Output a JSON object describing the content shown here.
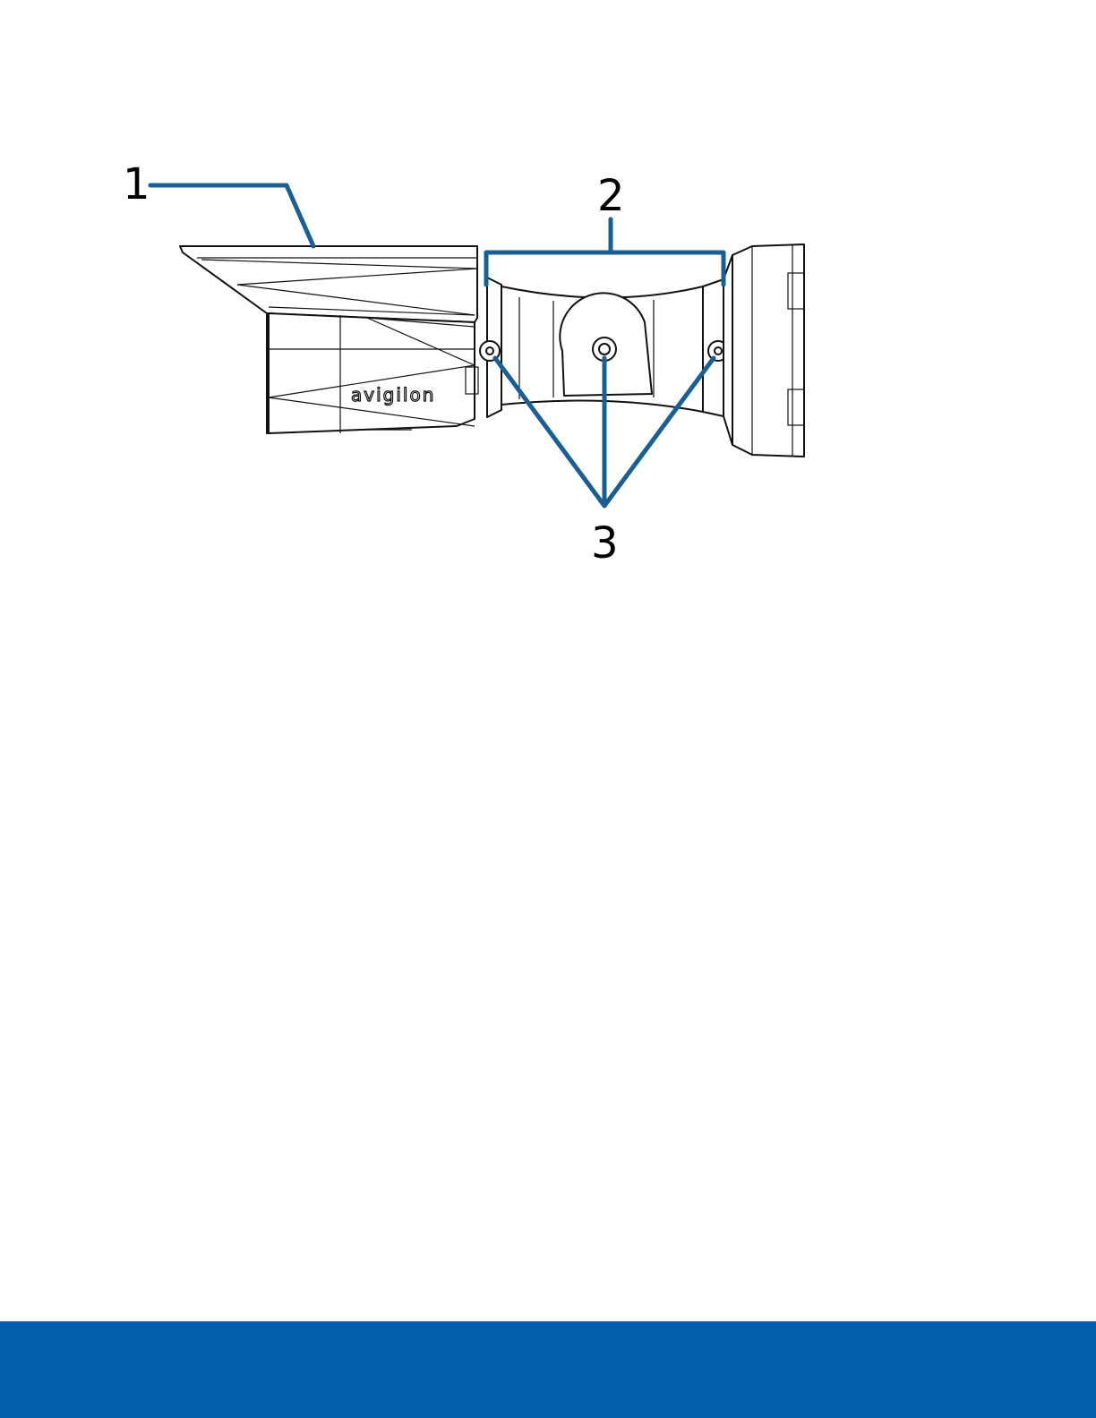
{
  "diagram": {
    "callouts": [
      {
        "number": "1"
      },
      {
        "number": "2"
      },
      {
        "number": "3"
      }
    ],
    "logo_text": "avigilon"
  },
  "colors": {
    "callout_line": "#1a5f94",
    "footer_bar": "#005ead",
    "line_art": "#111111"
  }
}
